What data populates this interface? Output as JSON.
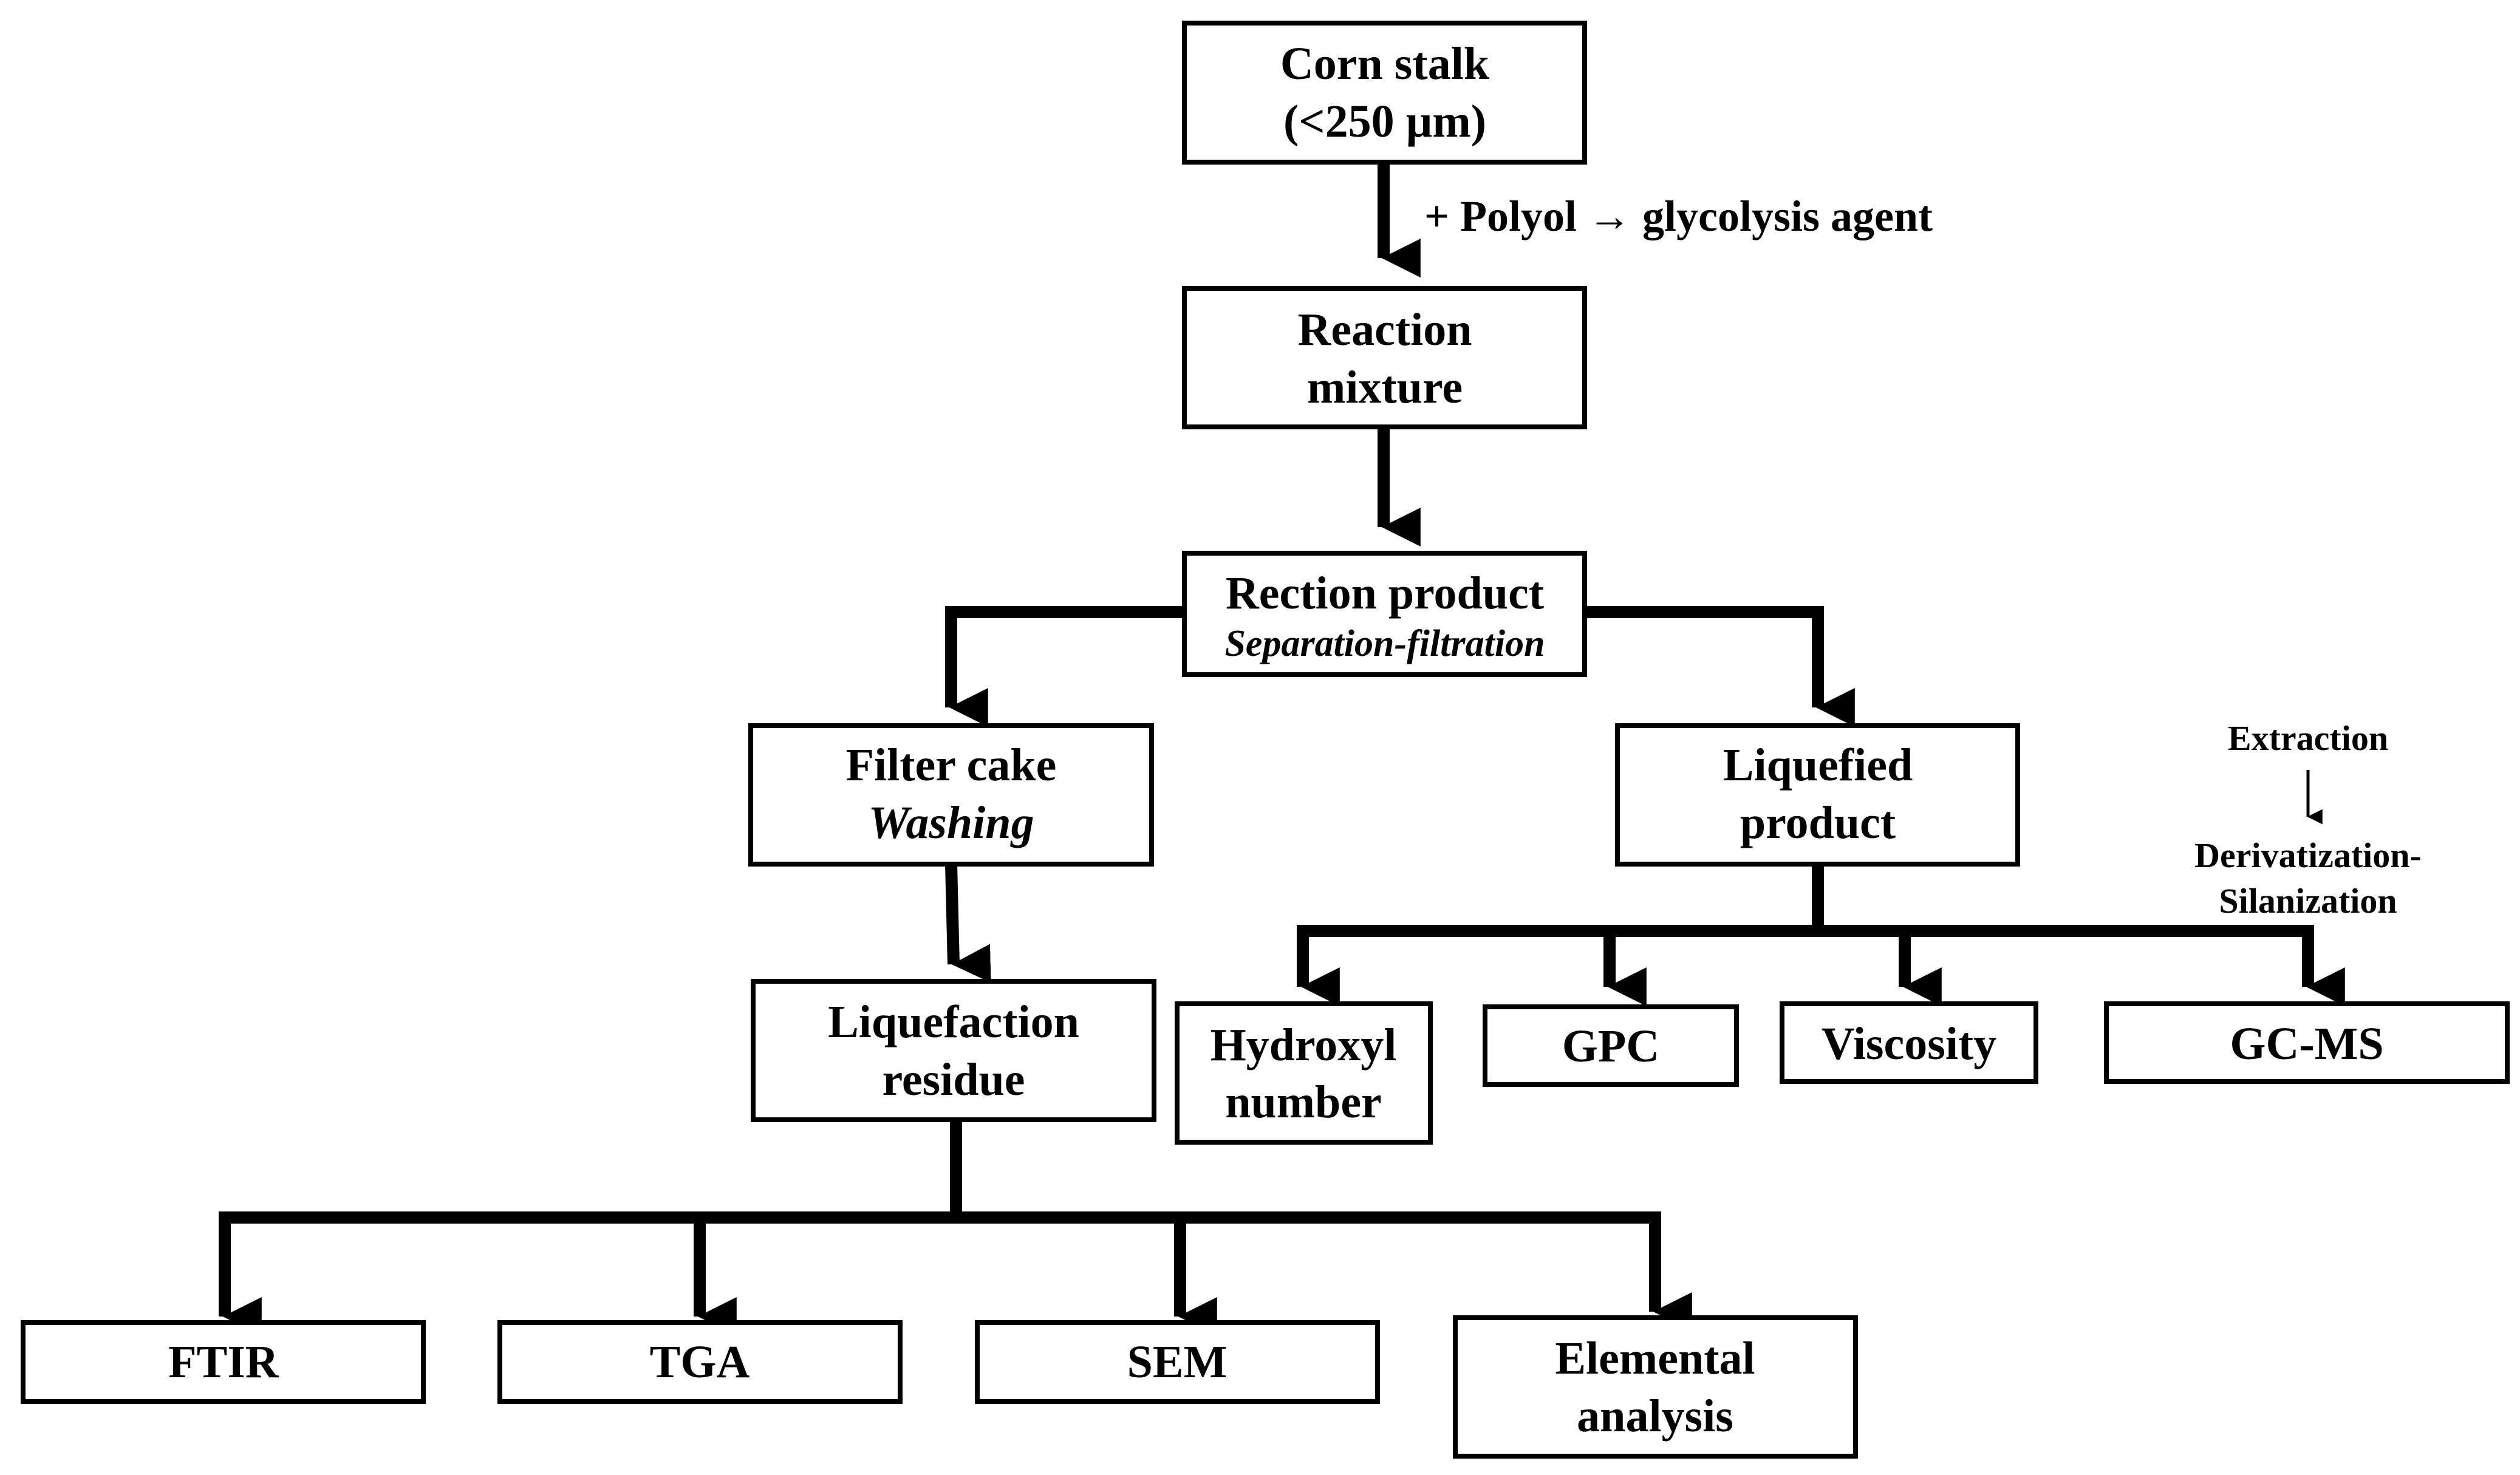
{
  "nodes": {
    "corn_stalk": {
      "lines": [
        "Corn stalk",
        "(<250 µm)"
      ]
    },
    "reaction_mixture": {
      "lines": [
        "Reaction",
        "mixture"
      ]
    },
    "reaction_product": {
      "title": "Rection product",
      "subtitle": "Separation-filtration"
    },
    "filter_cake": {
      "title": "Filter cake",
      "subtitle": "Washing"
    },
    "liquefied_product": {
      "lines": [
        "Liquefied",
        "product"
      ]
    },
    "liquefaction_residue": {
      "lines": [
        "Liquefaction",
        "residue"
      ]
    },
    "hydroxyl_number": {
      "lines": [
        "Hydroxyl",
        "number"
      ]
    },
    "gpc": {
      "lines": [
        "GPC"
      ]
    },
    "viscosity": {
      "lines": [
        "Viscosity"
      ]
    },
    "gcms": {
      "lines": [
        "GC-MS"
      ]
    },
    "ftir": {
      "lines": [
        "FTIR"
      ]
    },
    "tga": {
      "lines": [
        "TGA"
      ]
    },
    "sem": {
      "lines": [
        "SEM"
      ]
    },
    "elemental_analysis": {
      "lines": [
        "Elemental",
        "analysis"
      ]
    }
  },
  "annotations": {
    "polyol": "+ Polyol → glycolysis agent",
    "extraction": "Extraction",
    "derivatization_1": "Derivatization-",
    "derivatization_2": "Silanization"
  }
}
